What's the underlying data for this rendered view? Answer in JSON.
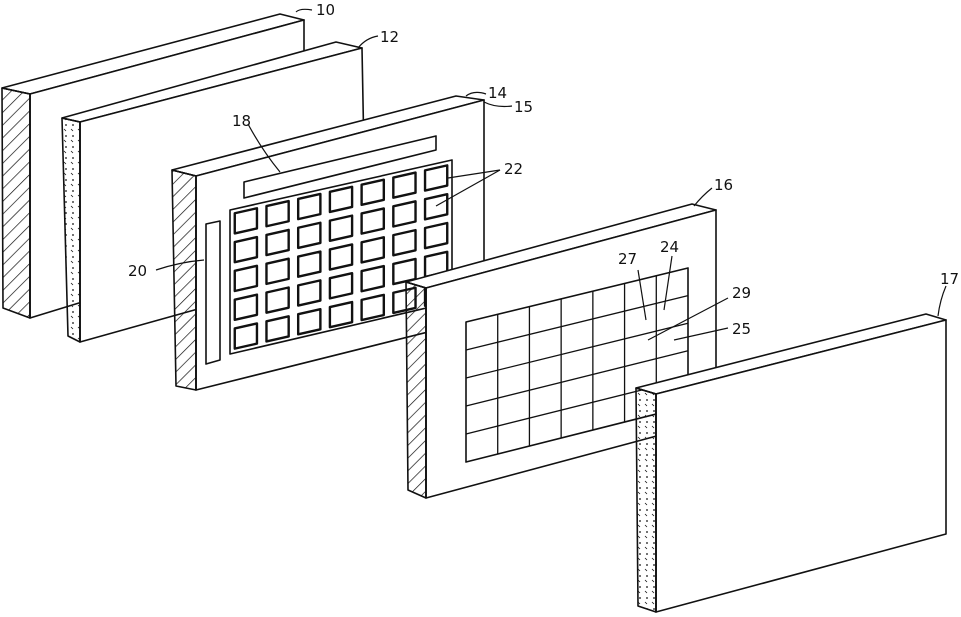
{
  "colors": {
    "ink": "#111111",
    "paper": "#ffffff"
  },
  "labels": {
    "l10": "10",
    "l12": "12",
    "l14": "14",
    "l15": "15",
    "l16": "16",
    "l17": "17",
    "l18": "18",
    "l20": "20",
    "l22": "22",
    "l24": "24",
    "l25": "25",
    "l27": "27",
    "l29": "29"
  }
}
